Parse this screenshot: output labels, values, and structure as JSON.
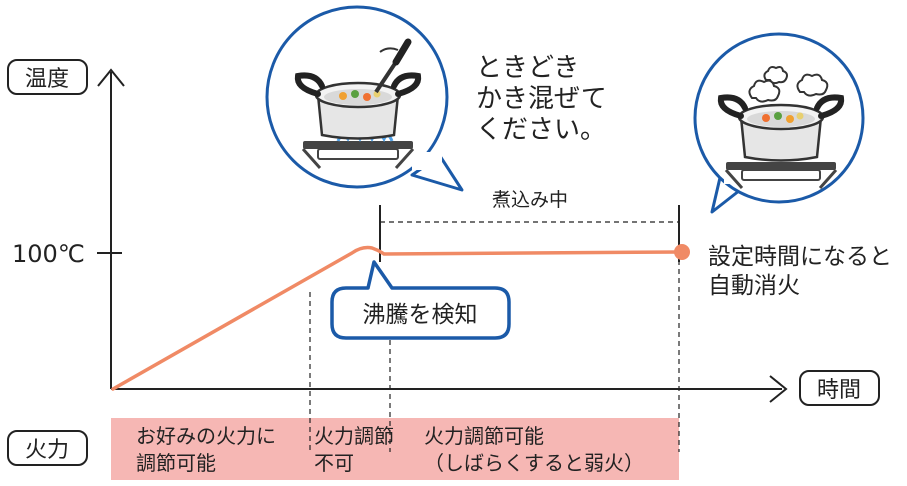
{
  "axes": {
    "y_label": "温度",
    "x_label": "時間",
    "tick_100": "100℃"
  },
  "row_label": "火力",
  "phases": {
    "stewing": "煮込み中"
  },
  "callouts": {
    "stir_lines": [
      "ときどき",
      "かき混ぜて",
      "ください。"
    ],
    "boil_detect": "沸騰を検知",
    "auto_off_lines": [
      "設定時間になると",
      "自動消火"
    ]
  },
  "heat_row": {
    "seg1_lines": [
      "お好みの火力に",
      "調節可能"
    ],
    "seg2_lines": [
      "火力調節",
      "不可"
    ],
    "seg3_lines": [
      "火力調節可能",
      "（しばらくすると弱火）"
    ]
  },
  "icons": [
    "pot-stirring-icon",
    "pot-steaming-icon",
    "gas-burner-icon",
    "flame-icon",
    "ladle-icon",
    "steam-icon"
  ],
  "colors": {
    "curve": "#f08a65",
    "endpoint": "#f08a65",
    "heat_band": "#f6b7b4",
    "callout_border": "#1b5aa8",
    "pot_fill": "#e6e6e6",
    "flame": "#4fa0e6"
  }
}
